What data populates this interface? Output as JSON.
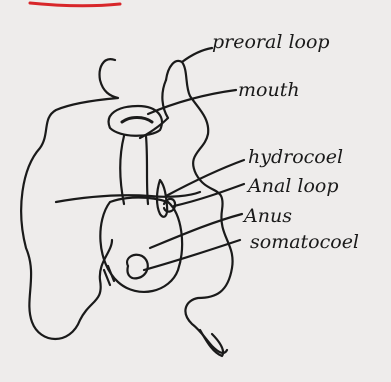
{
  "diagram": {
    "labels": {
      "preoral_loop": "preoral loop",
      "mouth": "mouth",
      "hydrocoel": "hydrocoel",
      "anal_loop": "Anal loop",
      "anus": "Anus",
      "somatocoel": "somatocoel"
    },
    "colors": {
      "paper": "#eeeceb",
      "ink": "#1a1a1a",
      "red_mark": "#d8262a"
    }
  }
}
